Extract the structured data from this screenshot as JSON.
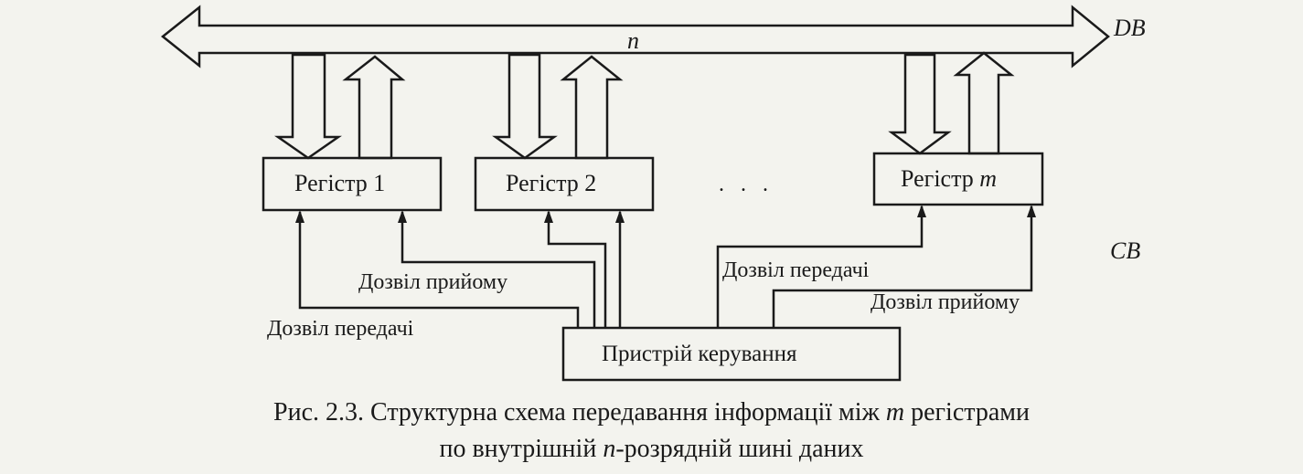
{
  "bus": {
    "name": "DB",
    "width_label": "n"
  },
  "control_bus": {
    "name": "CB"
  },
  "registers": [
    {
      "label": "Регістр 1"
    },
    {
      "label": "Регістр 2"
    },
    {
      "label_prefix": "Регістр ",
      "label_var": "m"
    }
  ],
  "ellipsis": ". . .",
  "controller": {
    "label": "Пристрій керування"
  },
  "signals": {
    "reg1_transfer": "Дозвіл передачі",
    "reg1_receive": "Дозвіл прийому",
    "regm_transfer": "Дозвіл передачі",
    "regm_receive": "Дозвіл прийому"
  },
  "caption": {
    "line1_prefix": "Рис. 2.3. Структурна схема передавання інформації між ",
    "line1_var": "m",
    "line1_suffix": " регістрами",
    "line2_prefix": "по внутрішній ",
    "line2_var": "n",
    "line2_suffix": "-розрядній шині даних"
  }
}
